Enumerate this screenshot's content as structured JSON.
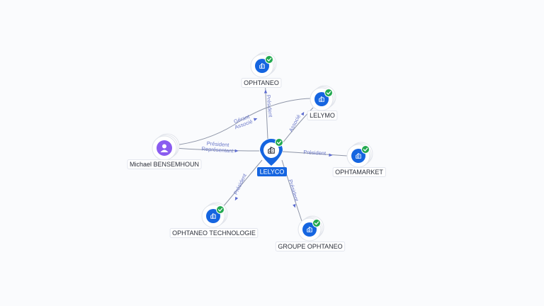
{
  "graph": {
    "colors": {
      "company": "#1565e0",
      "person": "#8a5cf0",
      "check": "#22a94f",
      "center_label_bg": "#1565e0",
      "edge_label": "#6b78c9",
      "edge": "#8f96a8"
    },
    "nodes": [
      {
        "id": "lelyco",
        "label": "LELYCO",
        "type": "company",
        "verified": true,
        "center": true
      },
      {
        "id": "ophtaneo",
        "label": "OPHTANEO",
        "type": "company",
        "verified": true
      },
      {
        "id": "lelymo",
        "label": "LELYMO",
        "type": "company",
        "verified": true
      },
      {
        "id": "ophtamarket",
        "label": "OPHTAMARKET",
        "type": "company",
        "verified": true
      },
      {
        "id": "groupe",
        "label": "GROUPE OPHTANEO",
        "type": "company",
        "verified": true
      },
      {
        "id": "techno",
        "label": "OPHTANEO TECHNOLOGIE",
        "type": "company",
        "verified": true
      },
      {
        "id": "michael",
        "label": "Michael BENSEMHOUN",
        "type": "person",
        "verified": false
      }
    ],
    "edges": [
      {
        "from": "lelyco",
        "to": "ophtaneo",
        "labels": [
          "Président"
        ]
      },
      {
        "from": "lelyco",
        "to": "lelymo",
        "labels": [
          "Associé"
        ]
      },
      {
        "from": "lelyco",
        "to": "ophtamarket",
        "labels": [
          "Président"
        ]
      },
      {
        "from": "lelyco",
        "to": "groupe",
        "labels": [
          "Président"
        ]
      },
      {
        "from": "lelyco",
        "to": "techno",
        "labels": [
          "Président"
        ]
      },
      {
        "from": "michael",
        "to": "lelyco",
        "labels": [
          "Président",
          "Représentant"
        ]
      },
      {
        "from": "michael",
        "to": "lelymo",
        "labels": [
          "Gérant",
          "Associé"
        ]
      }
    ]
  }
}
